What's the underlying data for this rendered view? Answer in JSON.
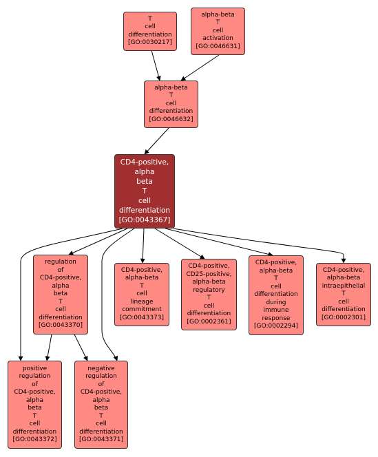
{
  "nodes": {
    "go0030217": {
      "lines": [
        "T",
        "cell",
        "differentiation",
        "[GO:0030217]"
      ]
    },
    "go0046631": {
      "lines": [
        "alpha-beta",
        "T",
        "cell",
        "activation",
        "[GO:0046631]"
      ]
    },
    "go0046632": {
      "lines": [
        "alpha-beta",
        "T",
        "cell",
        "differentiation",
        "[GO:0046632]"
      ]
    },
    "go0043367": {
      "lines": [
        "CD4-positive,",
        "alpha",
        "beta",
        "T",
        "cell",
        "differentiation",
        "[GO:0043367]"
      ]
    },
    "go0043370": {
      "lines": [
        "regulation",
        "of",
        "CD4-positive,",
        "alpha",
        "beta",
        "T",
        "cell",
        "differentiation",
        "[GO:0043370]"
      ]
    },
    "go0043373": {
      "lines": [
        "CD4-positive,",
        "alpha-beta",
        "T",
        "cell",
        "lineage",
        "commitment",
        "[GO:0043373]"
      ]
    },
    "go0002361": {
      "lines": [
        "CD4-positive,",
        "CD25-positive,",
        "alpha-beta",
        "regulatory",
        "T",
        "cell",
        "differentiation",
        "[GO:0002361]"
      ]
    },
    "go0002294": {
      "lines": [
        "CD4-positive,",
        "alpha-beta",
        "T",
        "cell",
        "differentiation",
        "during",
        "immune",
        "response",
        "[GO:0002294]"
      ]
    },
    "go0002301": {
      "lines": [
        "CD4-positive,",
        "alpha-beta",
        "intraepithelial",
        "T",
        "cell",
        "differentiation",
        "[GO:0002301]"
      ]
    },
    "go0043372": {
      "lines": [
        "positive",
        "regulation",
        "of",
        "CD4-positive,",
        "alpha",
        "beta",
        "T",
        "cell",
        "differentiation",
        "[GO:0043372]"
      ]
    },
    "go0043371": {
      "lines": [
        "negative",
        "regulation",
        "of",
        "CD4-positive,",
        "alpha",
        "beta",
        "T",
        "cell",
        "differentiation",
        "[GO:0043371]"
      ]
    }
  },
  "colors": {
    "node_fill": "#ff8a84",
    "focus_fill": "#a12f2f",
    "edge": "#000000",
    "border": "#333333"
  }
}
